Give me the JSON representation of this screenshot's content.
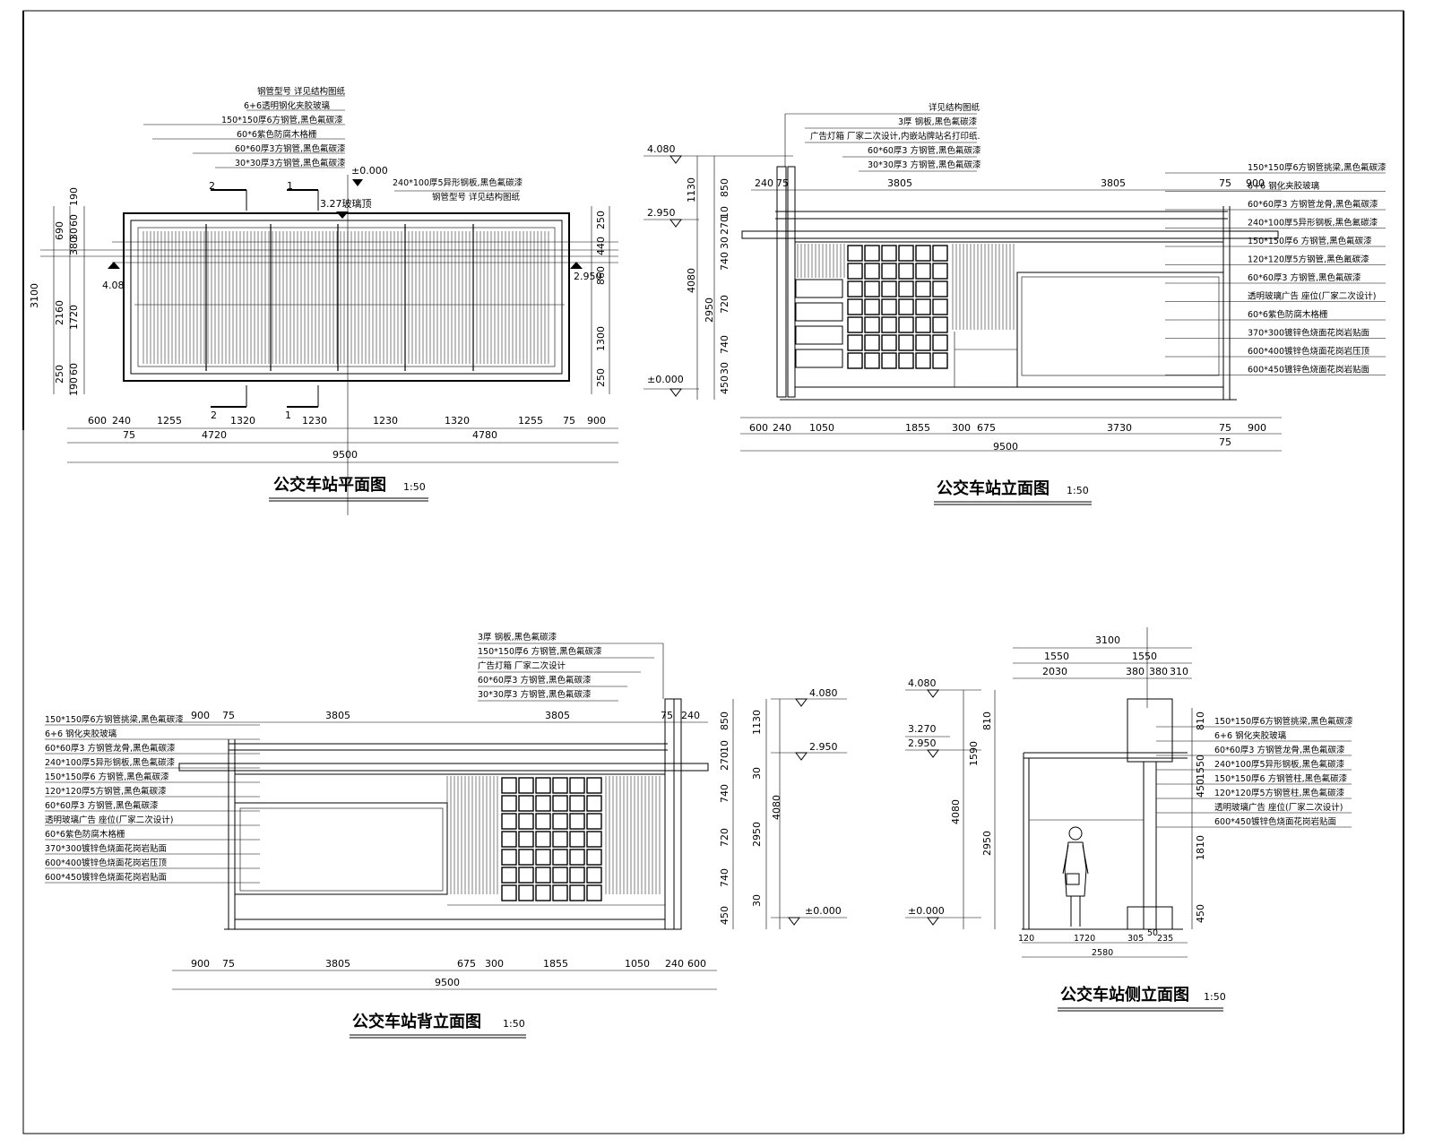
{
  "plan": {
    "title": "公交车站平面图",
    "scale": "1:50",
    "notes": [
      "钢管型号 详见结构图纸",
      "6+6透明钢化夹胶玻璃",
      "150*150厚6方钢管,黑色氟碳漆",
      "60*6紫色防腐木格栅",
      "60*60厚3方钢管,黑色氟碳漆",
      "30*30厚3方钢管,黑色氟碳漆"
    ],
    "note_right": "240*100厚5异形钢板,黑色氟碳漆",
    "note_right2": "钢管型号 详见结构图纸",
    "elev_zero": "±0.000",
    "elev_top": "3.27玻璃顶",
    "elev_left": "4.08",
    "elev_right": "2.950",
    "sec1": "1",
    "sec2": "2",
    "dims_bottom_1": [
      "600",
      "240",
      "1255",
      "1320",
      "1230",
      "1230",
      "1320",
      "1255",
      "75",
      "900"
    ],
    "dims_bottom_2": [
      "75",
      "4720",
      "4780"
    ],
    "dims_total": "9500",
    "dims_left_a": [
      "190",
      "690",
      "60",
      "380",
      "30",
      "2160",
      "1720",
      "60",
      "250",
      "190"
    ],
    "dims_left_total": "3100",
    "dims_right": [
      "250",
      "440",
      "860",
      "1300",
      "250"
    ]
  },
  "front": {
    "title": "公交车站立面图",
    "scale": "1:50",
    "notes_top": [
      "详见结构图纸",
      "3厚 钢板,黑色氟碳漆",
      "广告灯箱 厂家二次设计,内嵌站牌站名打印纸.",
      "60*60厚3 方钢管,黑色氟碳漆",
      "30*30厚3 方钢管,黑色氟碳漆"
    ],
    "notes_right": [
      "150*150厚6方钢管挑梁,黑色氟碳漆",
      "6+6 钢化夹胶玻璃",
      "60*60厚3 方钢管龙骨,黑色氟碳漆",
      "240*100厚5异形钢板,黑色氟碳漆",
      "150*150厚6 方钢管,黑色氟碳漆",
      "120*120厚5方钢管,黑色氟碳漆",
      "60*60厚3 方钢管,黑色氟碳漆",
      "透明玻璃广告 座位(厂家二次设计)",
      "60*6紫色防腐木格栅",
      "370*300镀锌色烧面花岗岩贴面",
      "600*400镀锌色烧面花岗岩压顶",
      "600*450镀锌色烧面花岗岩贴面"
    ],
    "elevs": [
      "4.080",
      "2.950",
      "±0.000"
    ],
    "dims_top": [
      "240",
      "75",
      "3805",
      "3805",
      "75",
      "900"
    ],
    "dims_v1": [
      "1130",
      "4080"
    ],
    "dims_v2": [
      "850",
      "10",
      "270",
      "30",
      "740",
      "720",
      "740",
      "30",
      "450",
      "2950"
    ],
    "dims_bottom": [
      "600",
      "240",
      "1050",
      "1855",
      "300",
      "675",
      "3730",
      "75",
      "900"
    ],
    "dims_bottom_2": "75",
    "dims_total": "9500"
  },
  "back": {
    "title": "公交车站背立面图",
    "scale": "1:50",
    "notes_top": [
      "3厚 钢板,黑色氟碳漆",
      "150*150厚6 方钢管,黑色氟碳漆",
      "广告灯箱 厂家二次设计",
      "60*60厚3 方钢管,黑色氟碳漆",
      "30*30厚3 方钢管,黑色氟碳漆"
    ],
    "notes_left": [
      "150*150厚6方钢管挑梁,黑色氟碳漆",
      "6+6 钢化夹胶玻璃",
      "60*60厚3 方钢管龙骨,黑色氟碳漆",
      "240*100厚5异形钢板,黑色氟碳漆",
      "150*150厚6 方钢管,黑色氟碳漆",
      "120*120厚5方钢管,黑色氟碳漆",
      "60*60厚3 方钢管,黑色氟碳漆",
      "透明玻璃广告 座位(厂家二次设计)",
      "60*6紫色防腐木格栅",
      "370*300镀锌色烧面花岗岩贴面",
      "600*400镀锌色烧面花岗岩压顶",
      "600*450镀锌色烧面花岗岩贴面"
    ],
    "elevs": [
      "4.080",
      "2.950",
      "±0.000"
    ],
    "dims_top": [
      "900",
      "75",
      "3805",
      "3805",
      "75",
      "240"
    ],
    "dims_v1": [
      "850",
      "1130",
      "10",
      "270",
      "30",
      "740",
      "720",
      "740",
      "30",
      "450",
      "2950",
      "4080"
    ],
    "dims_bottom": [
      "900",
      "75",
      "3805",
      "675",
      "300",
      "1855",
      "1050",
      "240",
      "600"
    ],
    "dims_total": "9500"
  },
  "side": {
    "title": "公交车站侧立面图",
    "scale": "1:50",
    "elevs": [
      "4.080",
      "3.270",
      "2.950",
      "±0.000"
    ],
    "dims_top": [
      "3100",
      "1550",
      "1550",
      "2030",
      "380",
      "380",
      "310"
    ],
    "dims_left": [
      "810",
      "1590",
      "4080",
      "2950"
    ],
    "dims_right": [
      "810",
      "1550",
      "1810",
      "450",
      "450"
    ],
    "notes_right": [
      "150*150厚6方钢管挑梁,黑色氟碳漆",
      "6+6 钢化夹胶玻璃",
      "60*60厚3 方钢管龙骨,黑色氟碳漆",
      "240*100厚5异形钢板,黑色氟碳漆",
      "150*150厚6 方钢管柱,黑色氟碳漆",
      "120*120厚5方钢管柱,黑色氟碳漆",
      "透明玻璃广告 座位(厂家二次设计)",
      "600*450镀锌色烧面花岗岩贴面"
    ],
    "dims_bottom": [
      "120",
      "1720",
      "305",
      "50",
      "235"
    ],
    "dims_bottom_total": "2580"
  }
}
